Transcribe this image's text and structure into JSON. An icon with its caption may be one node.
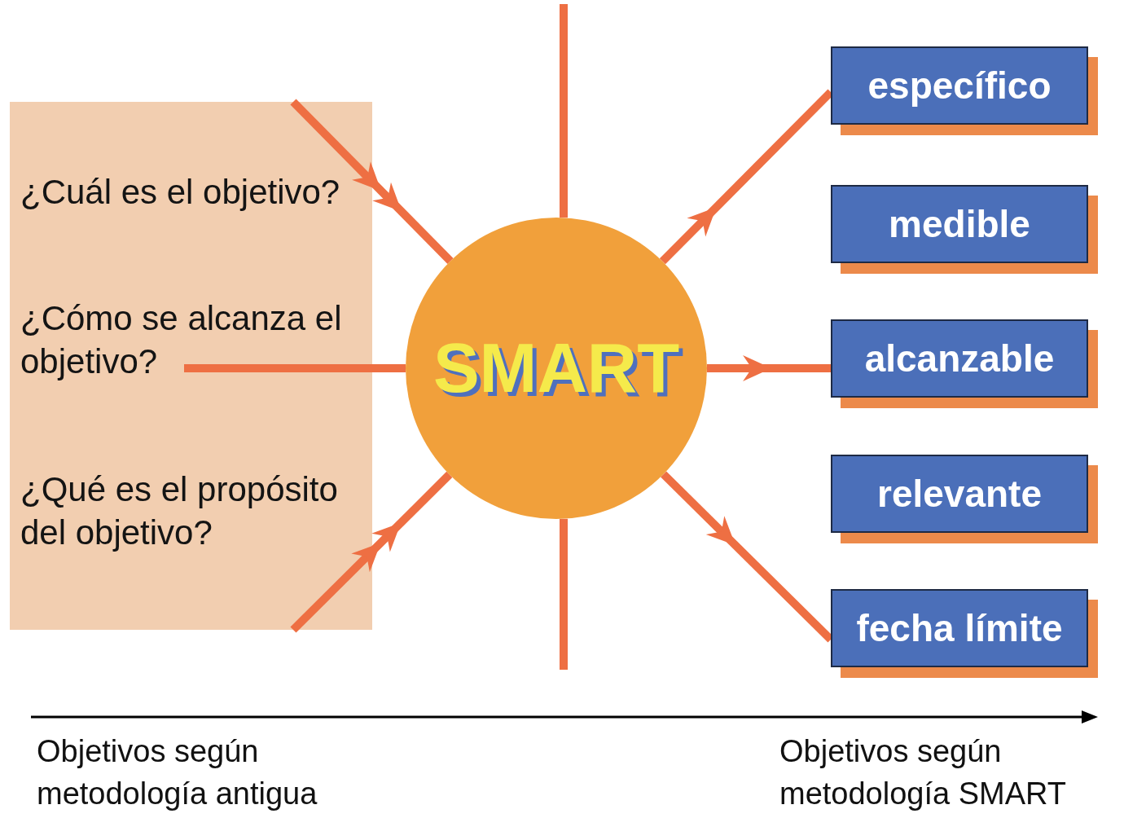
{
  "diagram": {
    "nodes": [
      {
        "text": [
          "¿Cuál es el objetivo?",
          "¿Cómo se alcanza el objetivo?",
          "¿Qué es el propósito del objetivo?"
        ]
      },
      {
        "text": [
          "SMART"
        ]
      },
      {
        "text": [
          "específico"
        ]
      },
      {
        "text": [
          "medible"
        ]
      },
      {
        "text": [
          "alcanzable"
        ]
      },
      {
        "text": [
          "relevante"
        ]
      },
      {
        "text": [
          "fecha límite"
        ]
      }
    ],
    "edges": [
      {
        "from": 0,
        "to": 1,
        "arrow": "to"
      },
      {
        "from": 0,
        "to": 1,
        "arrow": "none"
      },
      {
        "from": 0,
        "to": 1,
        "arrow": "to"
      },
      {
        "from": null,
        "to": 1,
        "arrow": "none"
      },
      {
        "from": 1,
        "to": null,
        "arrow": "none"
      },
      {
        "from": 1,
        "to": 2,
        "arrow": "to"
      },
      {
        "from": 1,
        "to": 4,
        "arrow": "to"
      },
      {
        "from": 1,
        "to": 6,
        "arrow": "to"
      }
    ],
    "labels": [
      "Objetivos según metodología antigua",
      "Objetivos según metodología SMART"
    ]
  }
}
